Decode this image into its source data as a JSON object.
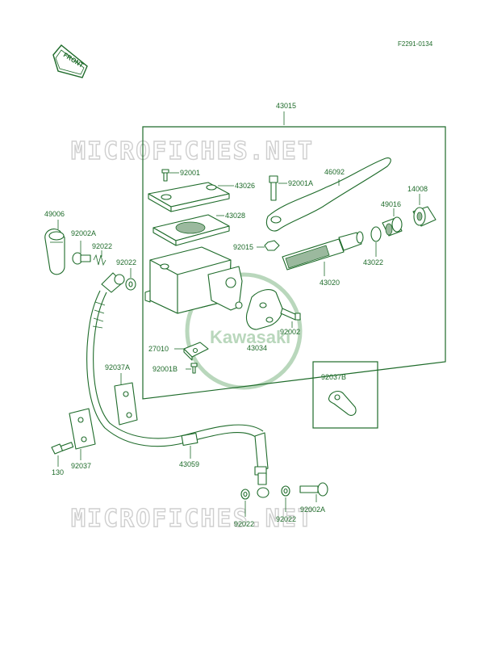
{
  "reference_code": "F2291-0134",
  "front_arrow_label": "FRONT",
  "watermark_text": "MICROFICHES.NET",
  "brand_logo": "Kawasaki",
  "colors": {
    "ink": "#1e6b2a",
    "shade": "#9bb99e",
    "watermark": "#cfcfcf"
  },
  "parts": {
    "p43015": "43015",
    "p92001": "92001",
    "p43026": "43026",
    "p92001A": "92001A",
    "p46092": "46092",
    "p14008": "14008",
    "p43028": "43028",
    "p49016": "49016",
    "p92015": "92015",
    "p43022": "43022",
    "p43020": "43020",
    "p49006": "49006",
    "p92002A_top": "92002A",
    "p92022_a": "92022",
    "p92022_b": "92022",
    "p92002": "92002",
    "p43034": "43034",
    "p27010": "27010",
    "p92001B": "92001B",
    "p92037A": "92037A",
    "p92037B": "92037B",
    "p92037": "92037",
    "p130": "130",
    "p43059": "43059",
    "p92022_c": "92022",
    "p92022_d": "92022",
    "p92002A_bottom": "92002A"
  }
}
